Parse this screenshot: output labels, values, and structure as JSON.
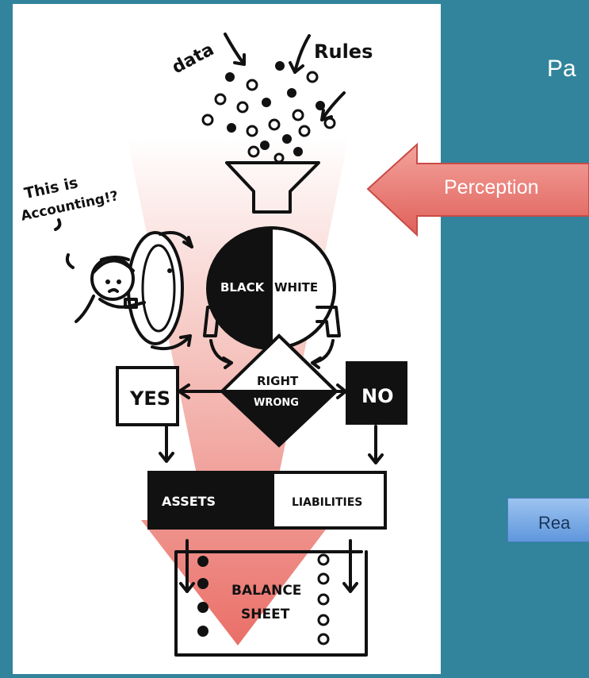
{
  "slide": {
    "title": "Pa",
    "arrow_label": "Perception",
    "reality_button": "Rea"
  },
  "sketch": {
    "label_data": "data",
    "label_rules": "Rules",
    "speech": [
      "This is",
      "Accounting!?"
    ],
    "black": "BLACK",
    "white": "WHITE",
    "right": "RIGHT",
    "wrong": "WRONG",
    "yes": "YES",
    "no": "NO",
    "assets": "ASSETS",
    "liabilities": "LIABILITIES",
    "balance": "BALANCE",
    "sheet": "SHEET"
  },
  "colors": {
    "background": "#31849b",
    "arrow_fill": "#e87a73",
    "button": "#7aaae6"
  }
}
